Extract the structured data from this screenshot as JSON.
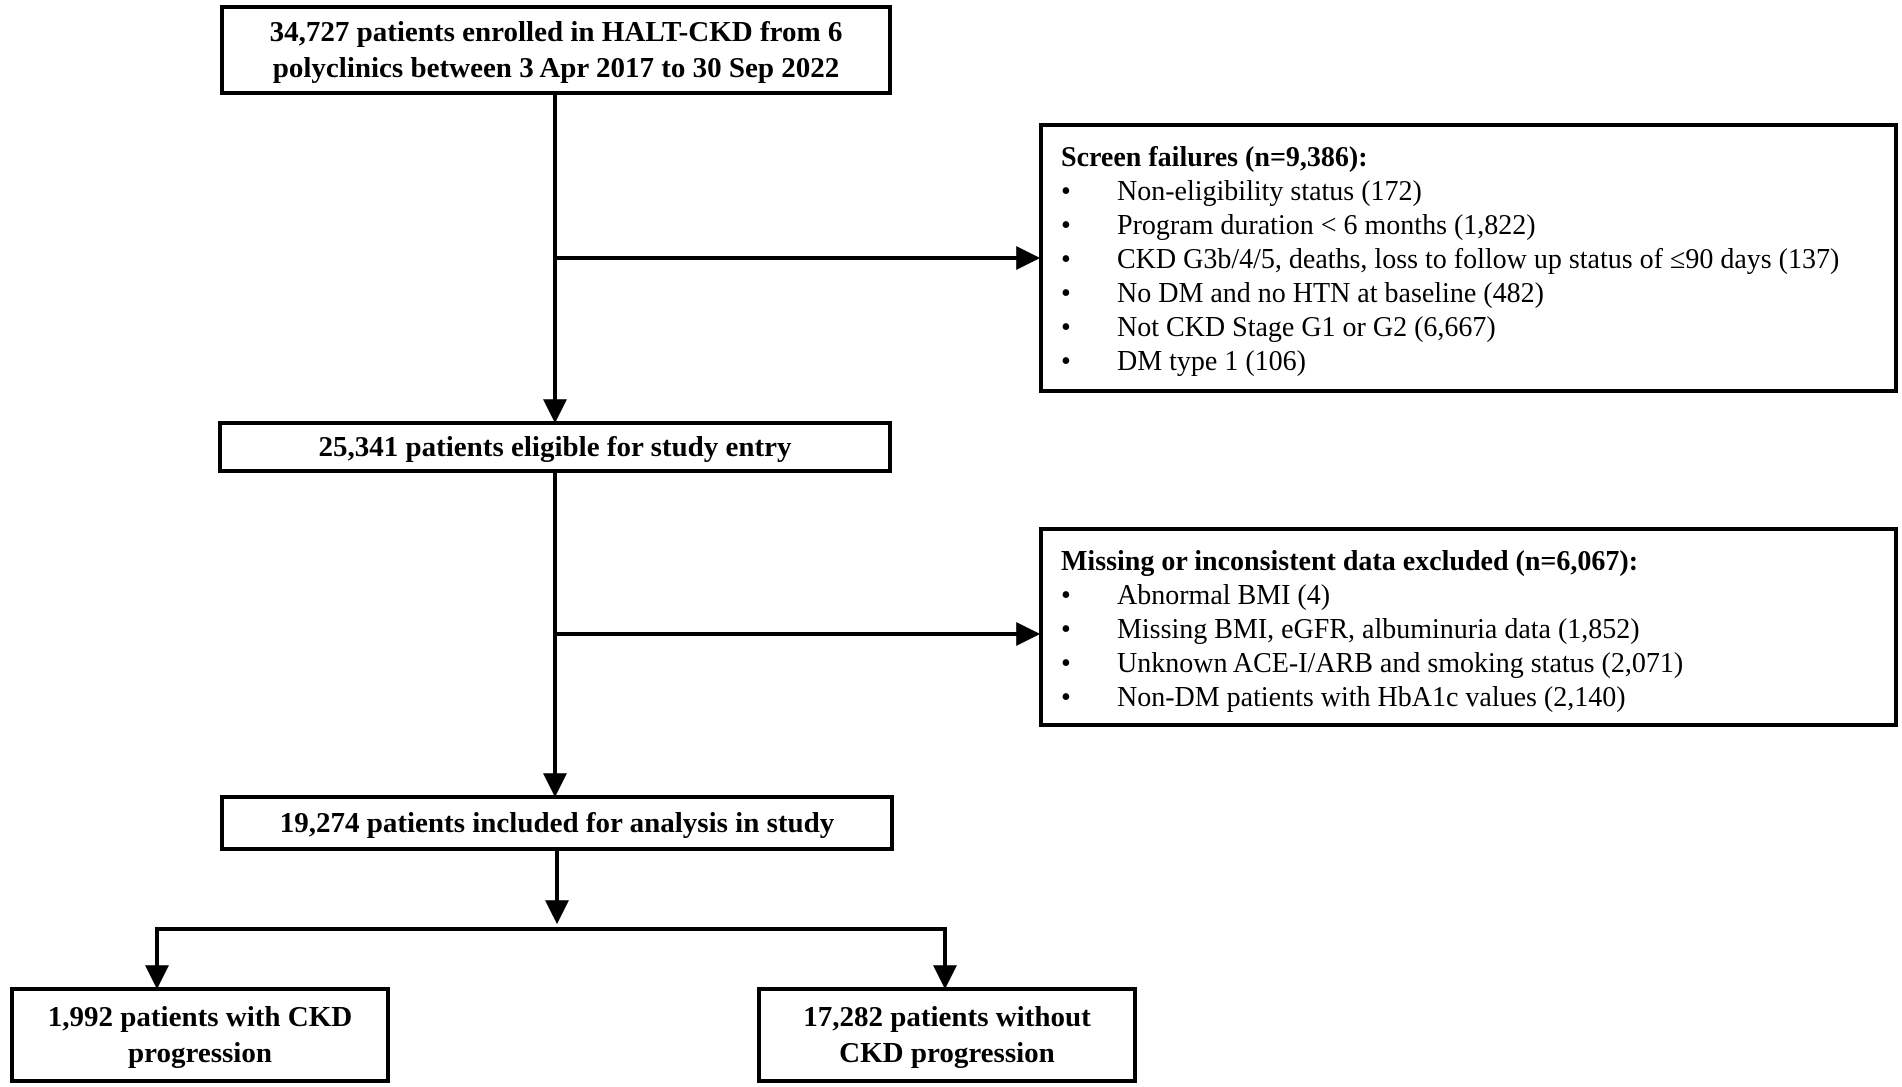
{
  "boxes": {
    "enrolled": {
      "line1": "34,727 patients enrolled in HALT-CKD from 6",
      "line2": "polyclinics between 3 Apr 2017 to 30 Sep 2022"
    },
    "eligible": {
      "text": "25,341 patients eligible for study entry"
    },
    "included": {
      "text": "19,274 patients included for analysis in study"
    },
    "with_progression": {
      "line1": "1,992 patients with CKD",
      "line2": "progression"
    },
    "without_progression": {
      "line1": "17,282 patients without",
      "line2": "CKD progression"
    }
  },
  "screen_failures": {
    "title": "Screen failures (n=9,386):",
    "items": [
      "Non-eligibility status (172)",
      "Program duration < 6 months (1,822)",
      "CKD G3b/4/5, deaths, loss to follow up status of  ≤90 days (137)",
      "No DM and no HTN at baseline (482)",
      "Not CKD Stage G1 or G2 (6,667)",
      "DM type 1 (106)"
    ]
  },
  "missing_data": {
    "title": "Missing or inconsistent data excluded (n=6,067):",
    "items": [
      "Abnormal BMI (4)",
      "Missing BMI, eGFR, albuminuria data (1,852)",
      "Unknown ACE-I/ARB and smoking status (2,071)",
      "Non-DM patients with HbA1c values (2,140)"
    ]
  }
}
